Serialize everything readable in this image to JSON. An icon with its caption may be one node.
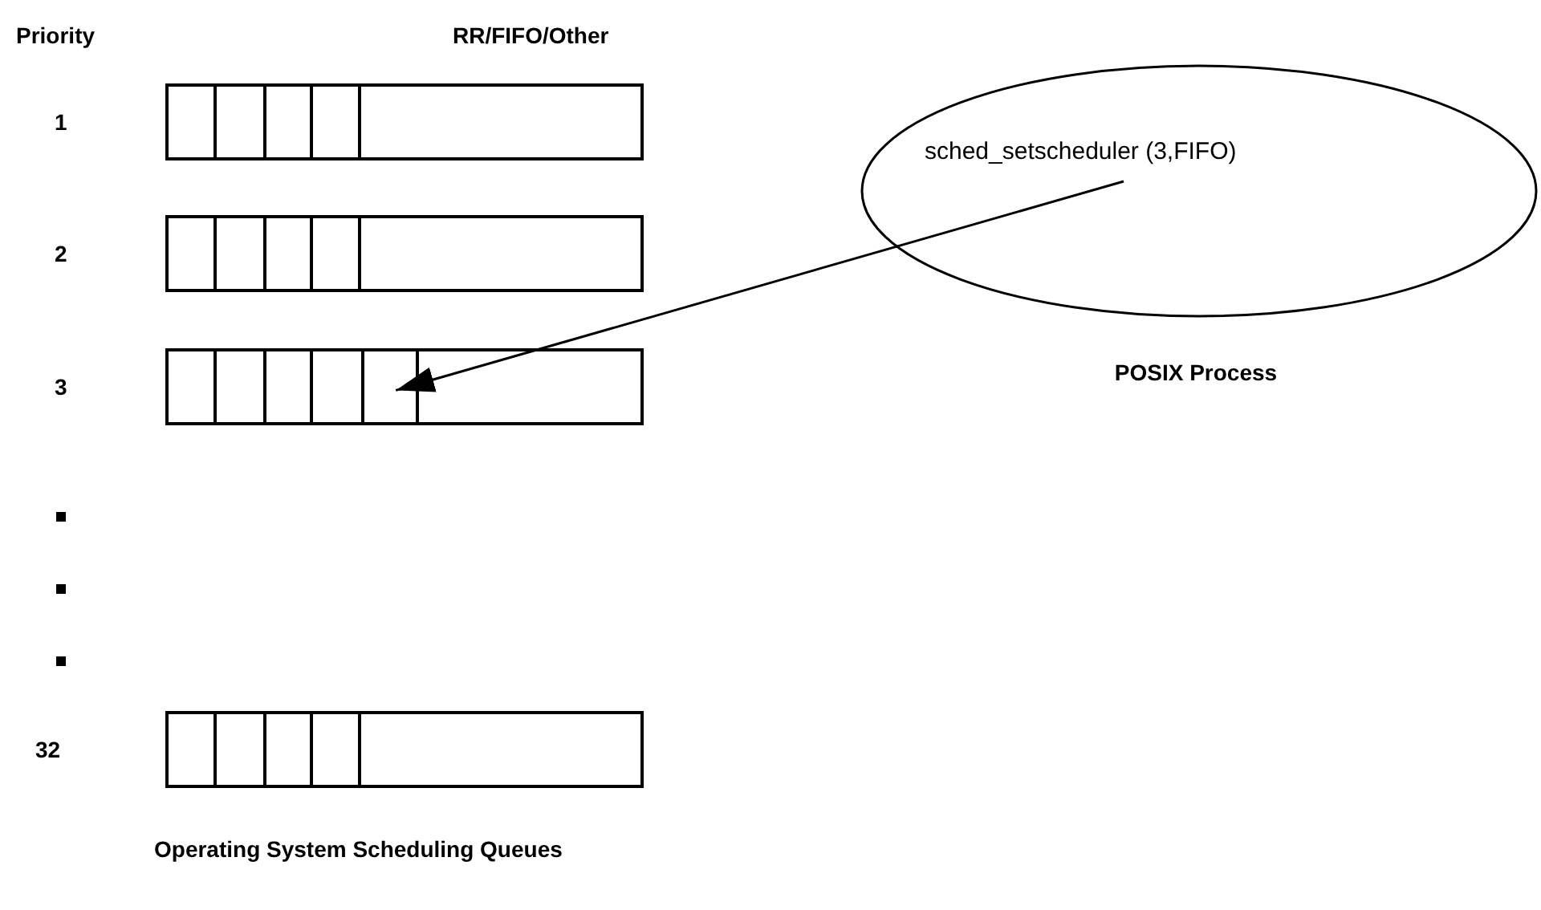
{
  "diagram": {
    "caption": "Operating System Scheduling Queues",
    "nodes": [
      {
        "text": [],
        "shape": "bar"
      },
      {
        "text": [],
        "shape": "bar"
      },
      {
        "text": [],
        "shape": "bar"
      },
      {
        "text": [],
        "shape": "box",
        "in": 2
      },
      {
        "text": [],
        "shape": "bar"
      },
      {
        "text": [
          "sched_setscheduler (3,FIFO)"
        ],
        "beside": [
          "POSIX Process"
        ]
      }
    ],
    "edges": [
      {
        "from": 5,
        "to": 3,
        "arrow": "to"
      }
    ],
    "labels": [
      "Priority",
      "RR/FIFO/Other",
      "1",
      "2",
      "3",
      "32"
    ]
  }
}
